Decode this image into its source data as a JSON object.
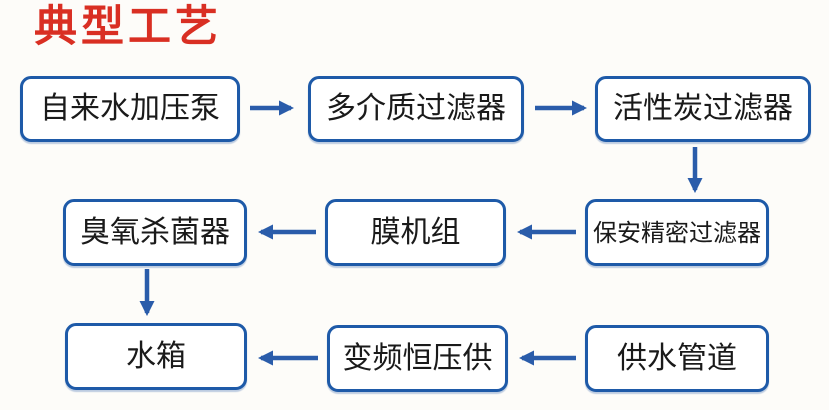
{
  "title": "典型工艺",
  "colors": {
    "title_red": "#d92f23",
    "box_border_blue": "#1e5aa8",
    "arrow_blue": "#2a5caa",
    "box_fill": "#ffffff",
    "box_text": "#1a1a1a",
    "background": "#fdfcf9"
  },
  "flow": {
    "nodes": [
      {
        "id": "tap-water-booster-pump",
        "label": "自来水加压泵"
      },
      {
        "id": "multimedia-filter",
        "label": "多介质过滤器"
      },
      {
        "id": "activated-carbon-filter",
        "label": "活性炭过滤器"
      },
      {
        "id": "security-precision-filter",
        "label": "保安精密过滤器"
      },
      {
        "id": "membrane-unit",
        "label": "膜机组"
      },
      {
        "id": "ozone-sterilizer",
        "label": "臭氧杀菌器"
      },
      {
        "id": "water-tank",
        "label": "水箱"
      },
      {
        "id": "vfd-constant-pressure-supply",
        "label": "变频恒压供"
      },
      {
        "id": "water-supply-pipe",
        "label": "供水管道"
      }
    ],
    "connections": [
      {
        "from": "自来水加压泵",
        "to": "多介质过滤器",
        "direction": "right"
      },
      {
        "from": "多介质过滤器",
        "to": "活性炭过滤器",
        "direction": "right"
      },
      {
        "from": "活性炭过滤器",
        "to": "保安精密过滤器",
        "direction": "down"
      },
      {
        "from": "保安精密过滤器",
        "to": "膜机组",
        "direction": "left"
      },
      {
        "from": "膜机组",
        "to": "臭氧杀菌器",
        "direction": "left"
      },
      {
        "from": "臭氧杀菌器",
        "to": "水箱",
        "direction": "down"
      },
      {
        "from": "供水管道",
        "to": "变频恒压供",
        "direction": "left"
      },
      {
        "from": "变频恒压供",
        "to": "水箱",
        "direction": "left"
      }
    ]
  }
}
